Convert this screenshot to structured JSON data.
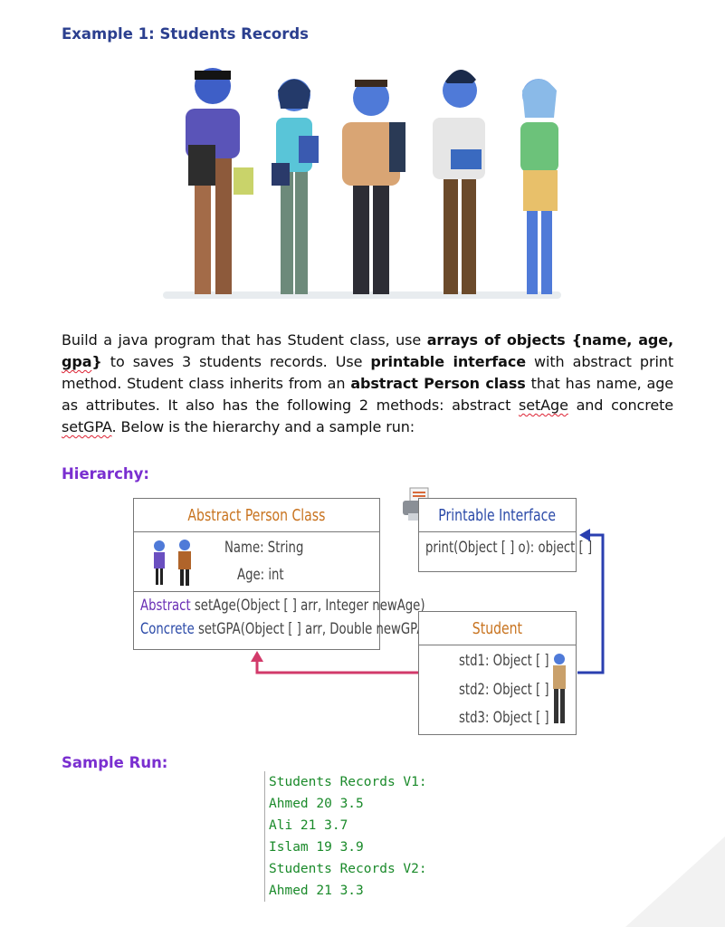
{
  "title": "Example 1: Students Records",
  "paragraph": {
    "p1": "Build a java program that has Student class, use ",
    "b1": "arrays of objects {name, age, ",
    "b1_sq": "gpa",
    "b1_end": "}",
    "p2": " to saves 3 students records. Use ",
    "b2": "printable interface",
    "p3": " with abstract print method. Student class inherits from an ",
    "b3": "abstract Person class",
    "p4": " that has name, age as attributes. It also has the following 2 methods: abstract ",
    "sq1": "setAge",
    "p5": " and concrete ",
    "sq2": "setGPA",
    "p6": ". Below is the hierarchy and a sample run:"
  },
  "hierarchy_heading": "Hierarchy:",
  "diagram": {
    "person": {
      "title": "Abstract Person Class",
      "attr1": "Name: String",
      "attr2": "Age: int",
      "m1_kind": "Abstract",
      "m1_sig": " setAge(Object [ ] arr, Integer newAge)",
      "m2_kind": "Concrete",
      "m2_sig": " setGPA(Object [ ] arr, Double newGPA)"
    },
    "printable": {
      "title": "Printable Interface",
      "method": "print(Object [ ] o): object [ ]"
    },
    "student": {
      "title": "Student",
      "f1": "std1: Object [ ]",
      "f2": "std2: Object [ ]",
      "f3": "std3: Object [ ]"
    },
    "colors": {
      "inherit_arrow": "#d23a6a",
      "implement_arrow": "#2a3fb0"
    }
  },
  "sample_heading": "Sample Run:",
  "sample_run": [
    "Students Records V1:",
    "Ahmed 20 3.5",
    "Ali 21 3.7",
    "Islam 19 3.9",
    "Students Records V2:",
    "Ahmed 21 3.3"
  ]
}
